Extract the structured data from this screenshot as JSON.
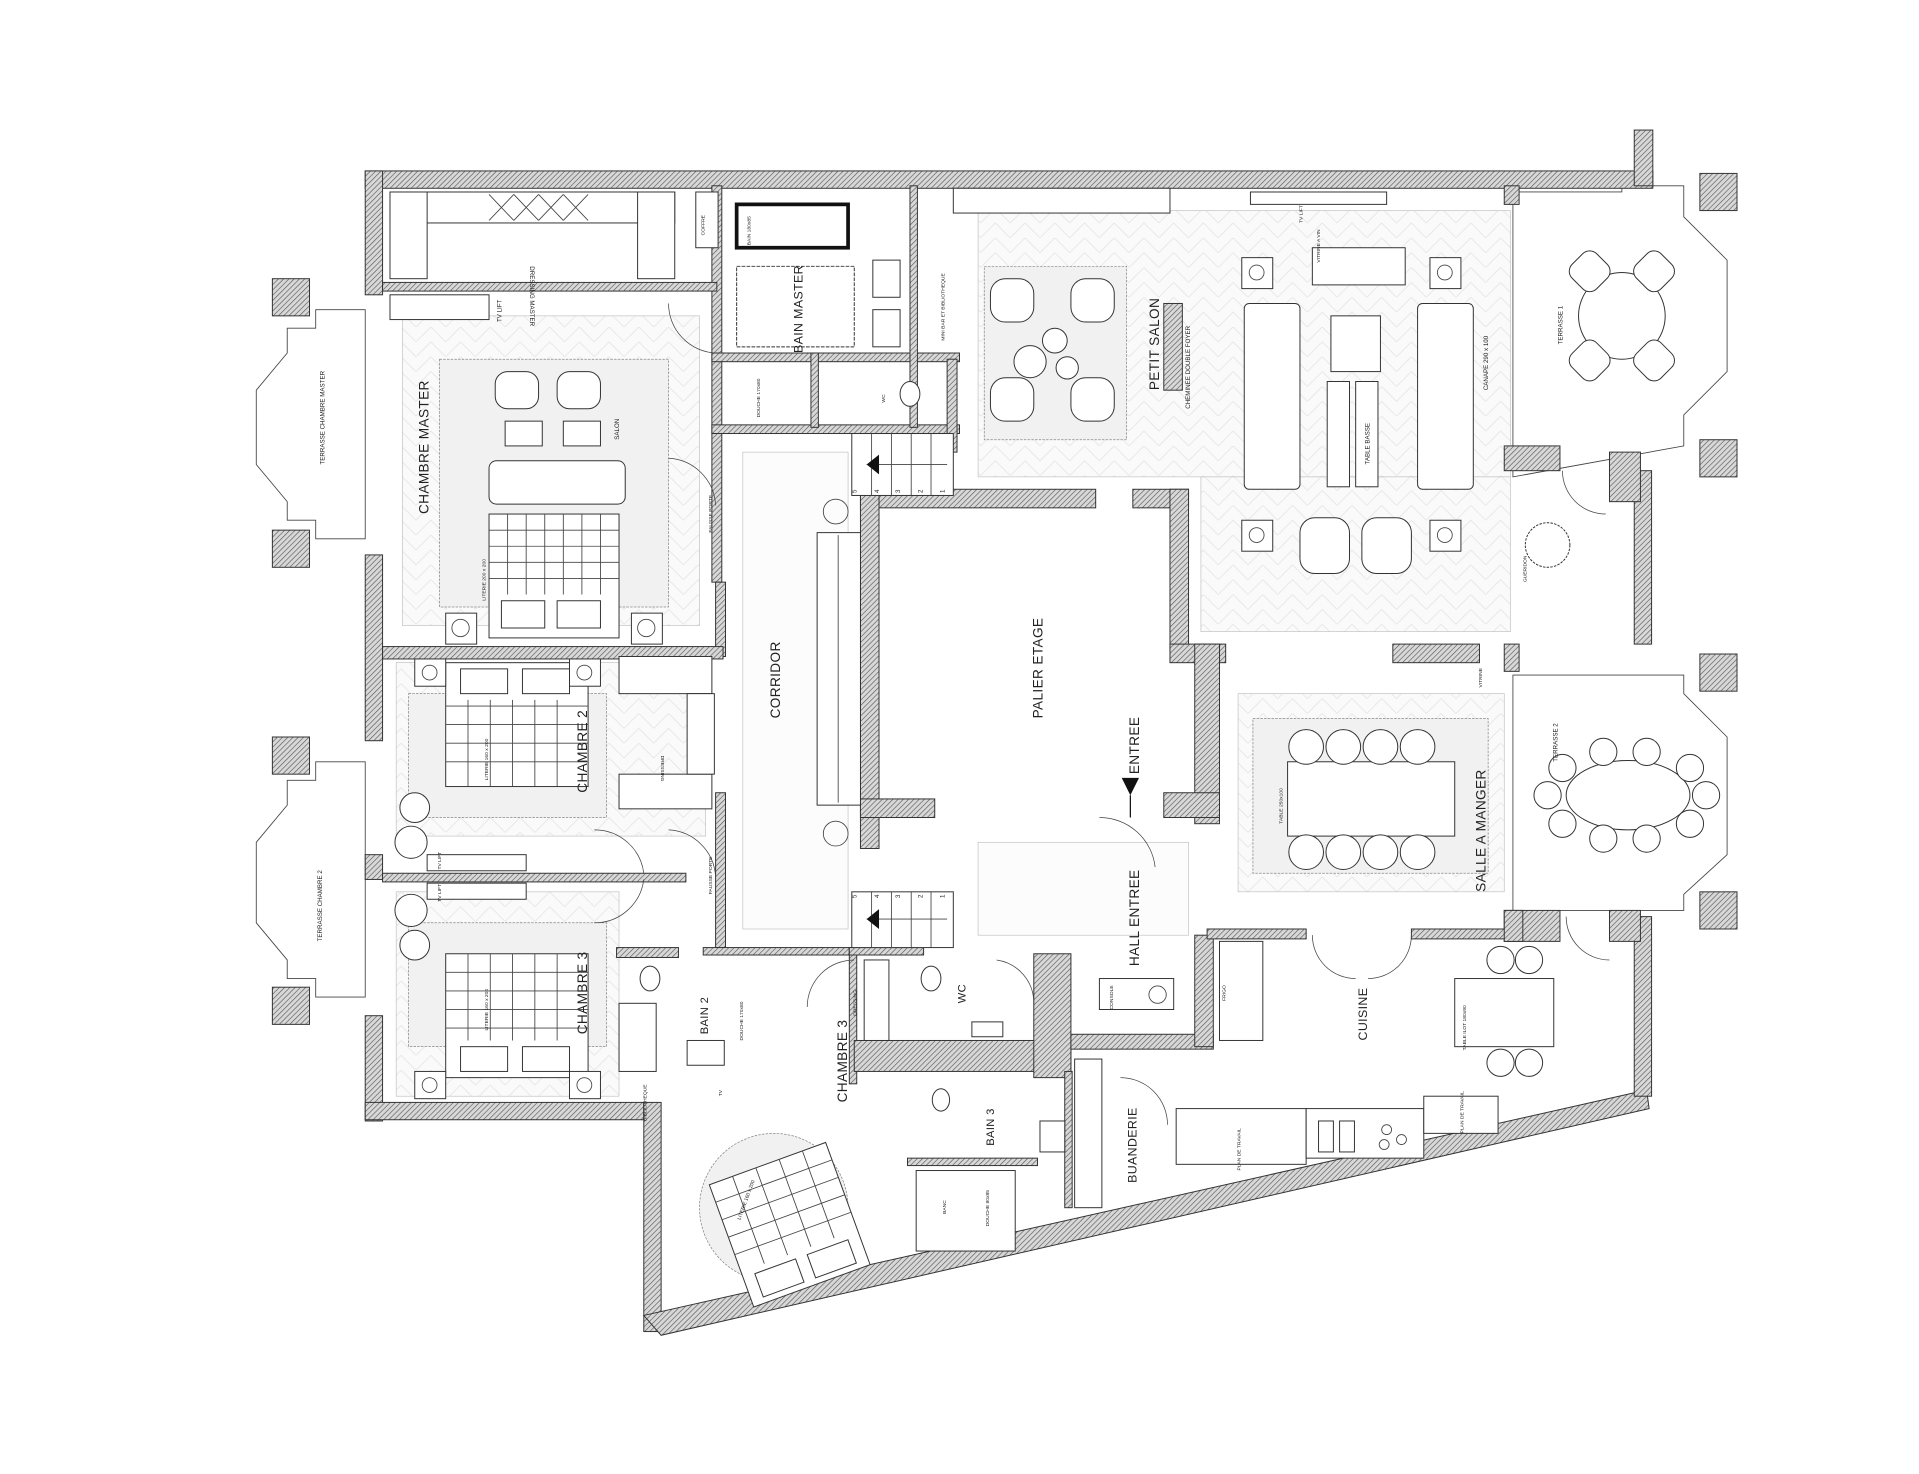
{
  "plan": {
    "rooms": {
      "dressing_master": "DRESSING MASTER",
      "coffre": "COFFRE",
      "bain_size": "BAIN 180x85",
      "bain_master": "BAIN MASTER",
      "mini_bar": "MINI BAR ET BIBLIOTHEQUE",
      "douche_master": "DOUCHE 170x80",
      "wc_master": "WC",
      "tv_lift_master": "TV LIFT",
      "salon": "SALON",
      "chambre_master": "CHAMBRE MASTER",
      "literie_master": "LITERIE 200 x 200",
      "fausse_porte_1": "FAUSSE PORTE",
      "terrasse_master": "TERRASSE CHAMBRE MASTER",
      "corridor": "CORRIDOR",
      "palier": "PALIER ETAGE",
      "entree": "ENTREE",
      "hall_entree": "HALL ENTREE",
      "petit_salon": "PETIT SALON",
      "cheminee": "CHEMINEE DOUBLE FOYER",
      "vitrine_vin": "VITRINE A VIN",
      "tv_lift_salon": "TV LIFT",
      "canape": "CANAPE 290 x 100",
      "table_basse": "TABLE BASSE",
      "gueridon": "GUERIDON",
      "terrasse_1": "TERRASSE 1",
      "terrasse_2": "TERRASSE 2",
      "vitrine": "VITRINE",
      "salle_a_manger": "SALLE A MANGER",
      "table_dining": "TABLE 250x100",
      "chambre_2": "CHAMBRE 2",
      "literie_2": "LITERIE 160 x 200",
      "dressing_2": "DRESSING",
      "terrasse_chambre_2": "TERRASSE CHAMBRE 2",
      "tv_lift_2": "TV LIFT",
      "tv_lift_3": "TV LIFT",
      "chambre_3": "CHAMBRE 3",
      "literie_3": "LITERIE 160 x 200",
      "bain_2": "BAIN 2",
      "douche_2": "DOUCHE 170x80",
      "fausse_porte_2": "FAUSSE PORTE",
      "chambre_3b": "CHAMBRE 3",
      "tv": "TV",
      "bibliotheque": "BIBLIOTHEQUE",
      "dressing_3": "DRESSING",
      "wc_hall": "WC",
      "bain_3": "BAIN 3",
      "douche_3": "DOUCHE 80x85",
      "banc": "BANC",
      "literie_3b": "LITERIE 160 x 200",
      "console": "CONSOLE",
      "frigo": "FRIGO",
      "cuisine": "CUISINE",
      "table_ilot": "TABLE ILOT 180x90",
      "plan_travail_1": "PLAN DE TRAVAIL",
      "plan_travail_2": "PLAN DE TRAVAIL",
      "buanderie": "BUANDERIE"
    },
    "stairs_upper": [
      "5",
      "4",
      "3",
      "2",
      "1"
    ],
    "stairs_lower": [
      "5",
      "4",
      "3",
      "2",
      "1"
    ]
  }
}
